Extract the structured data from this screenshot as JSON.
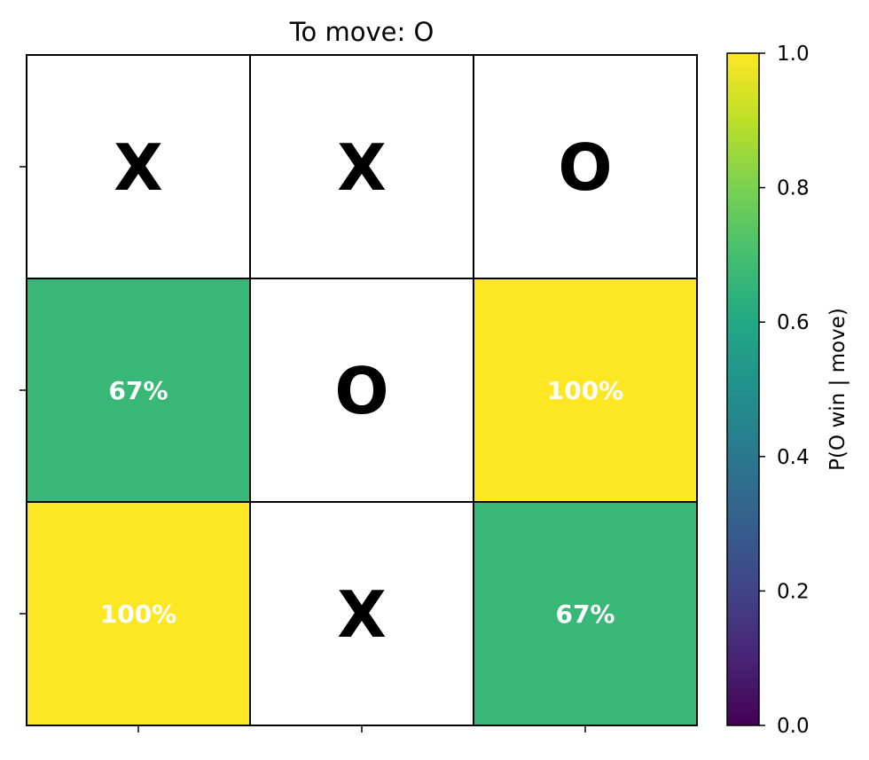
{
  "chart_data": {
    "type": "heatmap",
    "title": "To move: O",
    "rows": 3,
    "cols": 3,
    "cells": [
      [
        {
          "mark": "X",
          "value": null,
          "label": ""
        },
        {
          "mark": "X",
          "value": null,
          "label": ""
        },
        {
          "mark": "O",
          "value": null,
          "label": ""
        }
      ],
      [
        {
          "mark": "",
          "value": 0.667,
          "label": "67%"
        },
        {
          "mark": "O",
          "value": null,
          "label": ""
        },
        {
          "mark": "",
          "value": 1.0,
          "label": "100%"
        }
      ],
      [
        {
          "mark": "",
          "value": 1.0,
          "label": "100%"
        },
        {
          "mark": "X",
          "value": null,
          "label": ""
        },
        {
          "mark": "",
          "value": 0.667,
          "label": "67%"
        }
      ]
    ],
    "empty_cell_color": "#ffffff",
    "colormap": "viridis",
    "colorbar": {
      "label": "P(O win | move)",
      "range": [
        0.0,
        1.0
      ],
      "ticks": [
        0.0,
        0.2,
        0.4,
        0.6,
        0.8,
        1.0
      ],
      "tick_labels": [
        "0.0",
        "0.2",
        "0.4",
        "0.6",
        "0.8",
        "1.0"
      ]
    },
    "x_tick_labels": [
      "",
      "",
      ""
    ],
    "y_tick_labels": [
      "",
      "",
      ""
    ],
    "grid": true
  }
}
